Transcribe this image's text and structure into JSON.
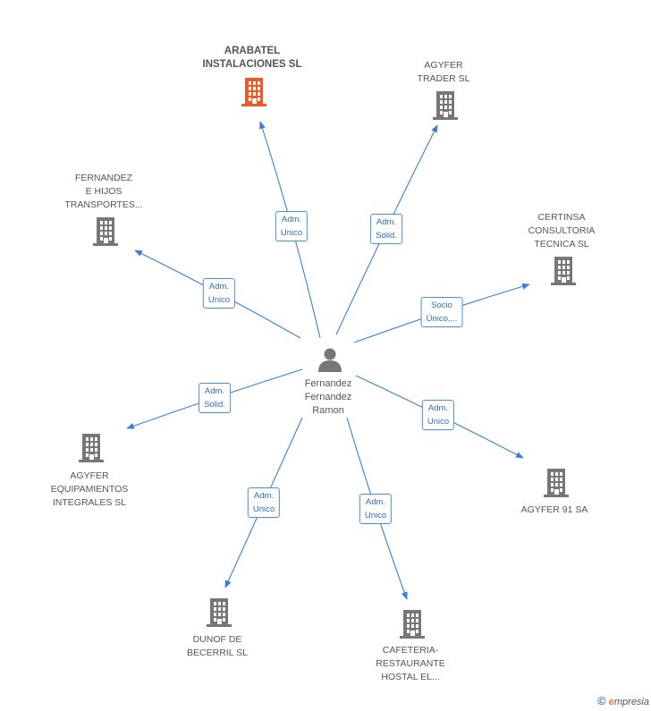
{
  "center": {
    "name": "Fernandez\nFernandez\nRamon"
  },
  "companies": [
    {
      "id": "arabatel",
      "name": "ARABATEL\nINSTALACIONES SL",
      "highlight": true,
      "role": "Adm.\nUnico"
    },
    {
      "id": "agyfer-trader",
      "name": "AGYFER\nTRADER SL",
      "highlight": false,
      "role": "Adm.\nSolid."
    },
    {
      "id": "fernandez-hijos",
      "name": "FERNANDEZ\nE HIJOS\nTRANSPORTES...",
      "highlight": false,
      "role": "Adm.\nUnico"
    },
    {
      "id": "certinsa",
      "name": "CERTINSA\nCONSULTORIA\nTECNICA SL",
      "highlight": false,
      "role": "Socio\nÚnico,..."
    },
    {
      "id": "agyfer-equip",
      "name": "AGYFER\nEQUIPAMIENTOS\nINTEGRALES SL",
      "highlight": false,
      "role": "Adm.\nSolid."
    },
    {
      "id": "agyfer-91",
      "name": "AGYFER 91 SA",
      "highlight": false,
      "role": "Adm.\nUnico"
    },
    {
      "id": "dunof",
      "name": "DUNOF DE\nBECERRIL SL",
      "highlight": false,
      "role": "Adm.\nUnico"
    },
    {
      "id": "cafeteria",
      "name": "CAFETERIA-\nRESTAURANTE\nHOSTAL EL...",
      "highlight": false,
      "role": "Adm.\nUnico"
    }
  ],
  "footer": {
    "copyright": "©",
    "brand_first": "e",
    "brand_rest": "mpresia"
  },
  "colors": {
    "edge": "#3a7fd5",
    "building": "#777777",
    "building_highlight": "#f05a28",
    "person": "#777777"
  },
  "icons": {
    "company": "building-icon",
    "person": "person-icon"
  }
}
